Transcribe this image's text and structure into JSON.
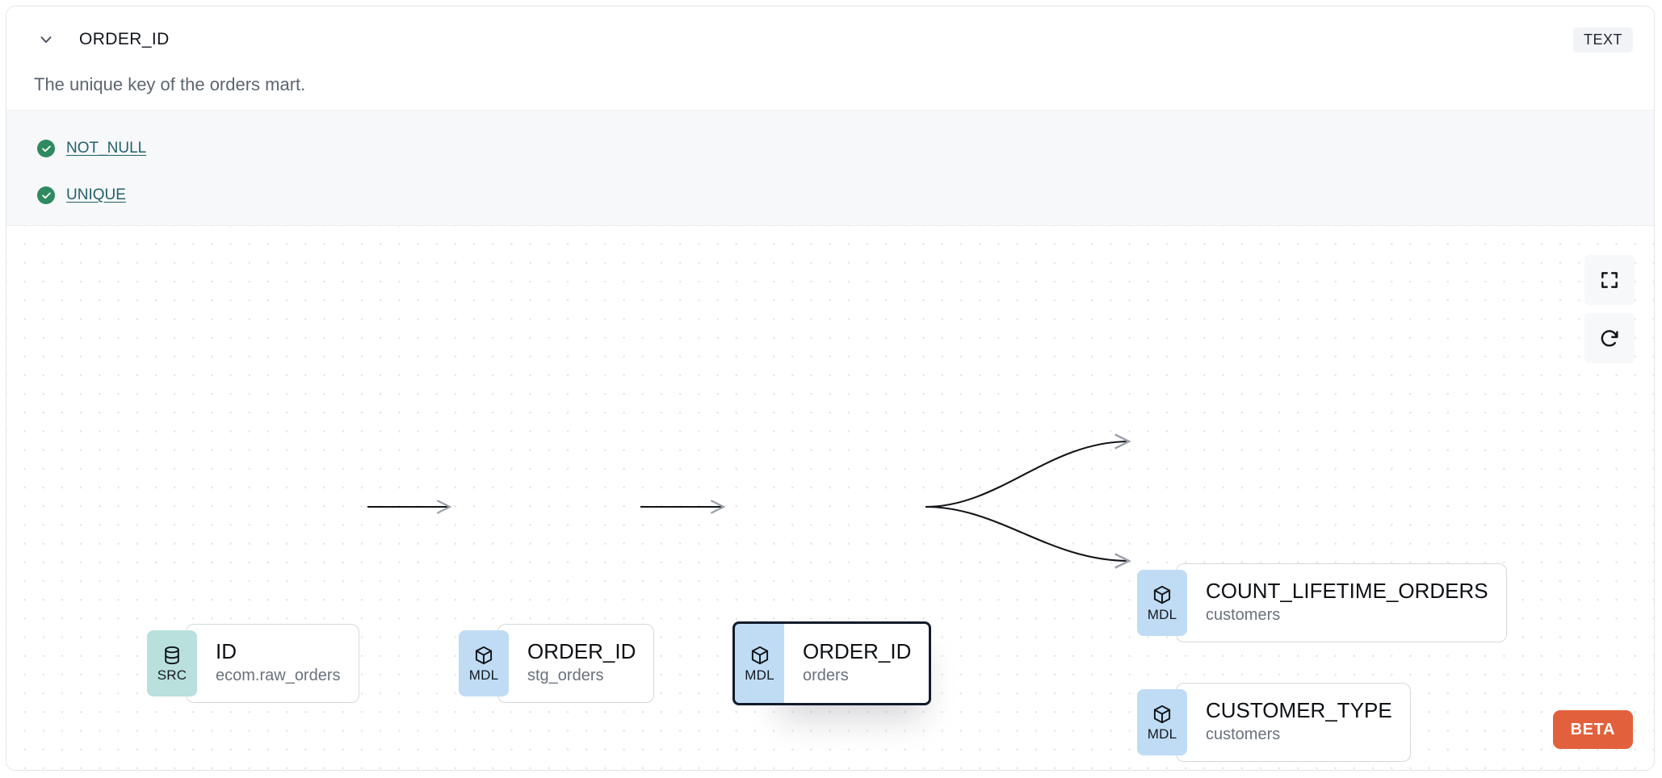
{
  "header": {
    "collapse_icon": "chevron-down-icon",
    "column_name": "ORDER_ID",
    "type_badge": "TEXT",
    "description": "The unique key of the orders mart."
  },
  "tests": [
    {
      "icon": "check-circle-icon",
      "label": "NOT_NULL",
      "status": "passed"
    },
    {
      "icon": "check-circle-icon",
      "label": "UNIQUE",
      "status": "passed"
    }
  ],
  "lineage": {
    "nodes": [
      {
        "id": "src-id",
        "badge": "SRC",
        "badge_icon": "database-icon",
        "name": "ID",
        "subtitle": "ecom.raw_orders",
        "selected": false
      },
      {
        "id": "mdl-stg-orders",
        "badge": "MDL",
        "badge_icon": "cube-icon",
        "name": "ORDER_ID",
        "subtitle": "stg_orders",
        "selected": false
      },
      {
        "id": "mdl-orders",
        "badge": "MDL",
        "badge_icon": "cube-icon",
        "name": "ORDER_ID",
        "subtitle": "orders",
        "selected": true
      },
      {
        "id": "mdl-count-lifetime-orders",
        "badge": "MDL",
        "badge_icon": "cube-icon",
        "name": "COUNT_LIFETIME_ORDERS",
        "subtitle": "customers",
        "selected": false
      },
      {
        "id": "mdl-customer-type",
        "badge": "MDL",
        "badge_icon": "cube-icon",
        "name": "CUSTOMER_TYPE",
        "subtitle": "customers",
        "selected": false
      }
    ],
    "edges": [
      {
        "from": "src-id",
        "to": "mdl-stg-orders",
        "style": "straight"
      },
      {
        "from": "mdl-stg-orders",
        "to": "mdl-orders",
        "style": "straight"
      },
      {
        "from": "mdl-orders",
        "to": "mdl-count-lifetime-orders",
        "style": "curve"
      },
      {
        "from": "mdl-orders",
        "to": "mdl-customer-type",
        "style": "curve"
      }
    ]
  },
  "controls": [
    {
      "icon": "fullscreen-icon",
      "name": "fit-view"
    },
    {
      "icon": "refresh-icon",
      "name": "reload-graph"
    }
  ],
  "beta": {
    "label": "BETA"
  },
  "colors": {
    "accent_beta": "#e2613c",
    "badge_src": "#b9e0dc",
    "badge_mdl": "#bfdcf4",
    "test_pass": "#2f8a5f",
    "test_link": "#22616a",
    "selected_border": "#131a2b"
  }
}
